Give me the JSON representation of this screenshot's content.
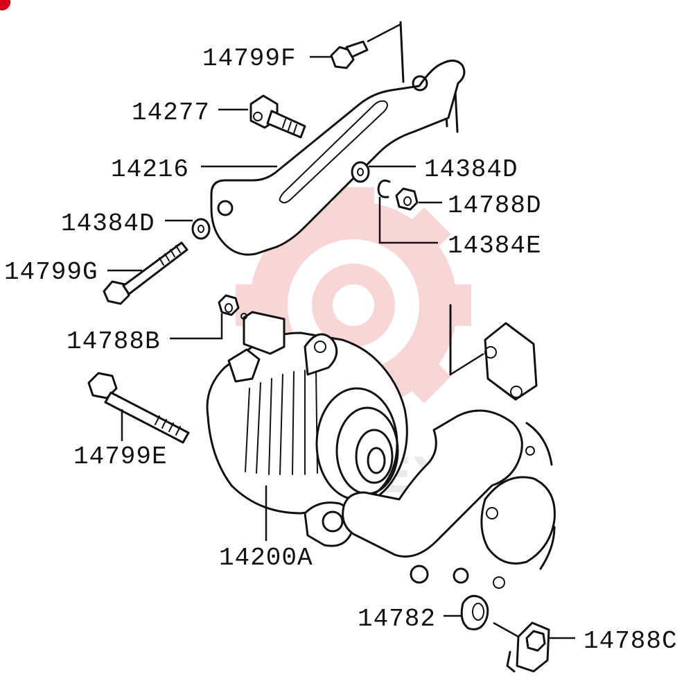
{
  "diagram": {
    "watermark": "EPTEX",
    "callouts": [
      {
        "id": "bolt-f",
        "text": "14799F"
      },
      {
        "id": "adjust-bolt",
        "text": "14277"
      },
      {
        "id": "adjust-bar",
        "text": "14216"
      },
      {
        "id": "washer-d-top",
        "text": "14384D"
      },
      {
        "id": "nut-d",
        "text": "14788D"
      },
      {
        "id": "washer-d-left",
        "text": "14384D"
      },
      {
        "id": "washer-e",
        "text": "14384E"
      },
      {
        "id": "bolt-g",
        "text": "14799G"
      },
      {
        "id": "nut-b",
        "text": "14788B"
      },
      {
        "id": "bolt-e",
        "text": "14799E"
      },
      {
        "id": "alternator",
        "text": "14200A"
      },
      {
        "id": "collar",
        "text": "14782"
      },
      {
        "id": "nut-c",
        "text": "14788C"
      }
    ]
  },
  "colors": {
    "ink": "#111111",
    "watermark_gear": "#f2a6a6",
    "badge": "#d9001b"
  }
}
